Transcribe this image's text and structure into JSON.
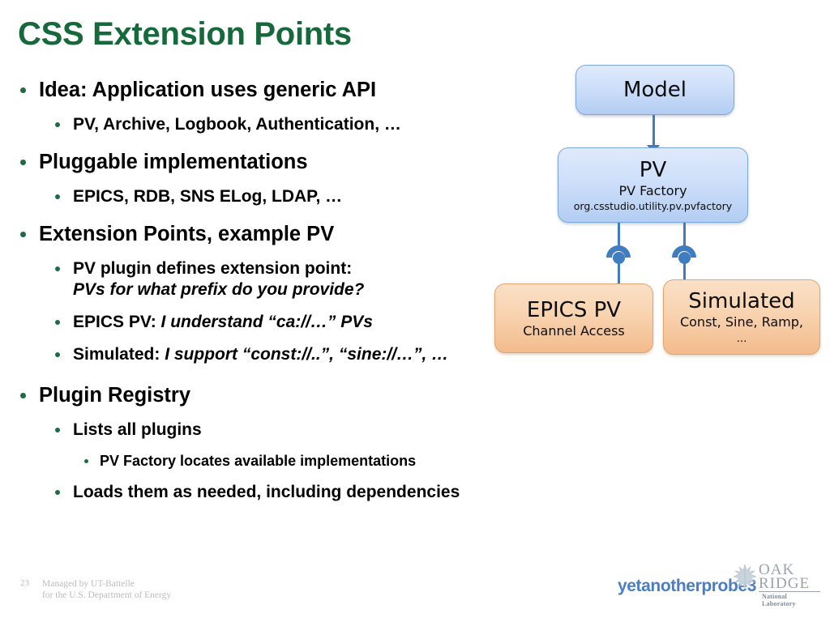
{
  "slide": {
    "title": "CSS Extension Points",
    "title_color": "#16693a"
  },
  "bullets": [
    {
      "level": 1,
      "text": "Idea: Application uses generic API"
    },
    {
      "level": 2,
      "text": "PV, Archive, Logbook, Authentication, …"
    },
    {
      "level": 1,
      "text": "Pluggable implementations"
    },
    {
      "level": 2,
      "text": "EPICS, RDB, SNS ELog, LDAP, …"
    },
    {
      "level": 1,
      "text": "Extension Points, example PV"
    },
    {
      "level": 2,
      "text": "PV plugin defines extension point:",
      "text_italic_line2": "PVs for what prefix do you provide?"
    },
    {
      "level": 2,
      "text": "EPICS PV: ",
      "text_italic": "I understand “ca://…” PVs"
    },
    {
      "level": 2,
      "text": "Simulated: ",
      "text_italic": "I support “const://..”, “sine://…”, …"
    },
    {
      "level": 1,
      "text": "Plugin Registry"
    },
    {
      "level": 2,
      "text": "Lists all plugins"
    },
    {
      "level": 3,
      "text": "PV Factory locates available implementations"
    },
    {
      "level": 2,
      "text": "Loads them as needed, including dependencies"
    }
  ],
  "diagram": {
    "nodes": [
      {
        "id": "model",
        "title": "Model",
        "sub": "",
        "sub2": "",
        "color": "#b3cdf2"
      },
      {
        "id": "pv",
        "title": "PV",
        "sub": "PV Factory",
        "sub2": "org.csstudio.utility.pv.pvfactory",
        "color": "#b3cdf2"
      },
      {
        "id": "epics-pv",
        "title": "EPICS PV",
        "sub": "Channel Access",
        "sub2": "",
        "color": "#f3bb8c"
      },
      {
        "id": "simulated",
        "title": "Simulated",
        "sub": "Const, Sine, Ramp,",
        "sub2": "…",
        "color": "#f3bb8c"
      }
    ],
    "connector_color": "#3f7cc0"
  },
  "footer": {
    "page_number": "23",
    "line1": "Managed by UT-Battelle",
    "line2": "for the U.S. Department of Energy",
    "watermark": "yetanotherprobe3"
  },
  "logo": {
    "line1": "OAK",
    "line2": "RIDGE",
    "line3": "National Laboratory"
  }
}
